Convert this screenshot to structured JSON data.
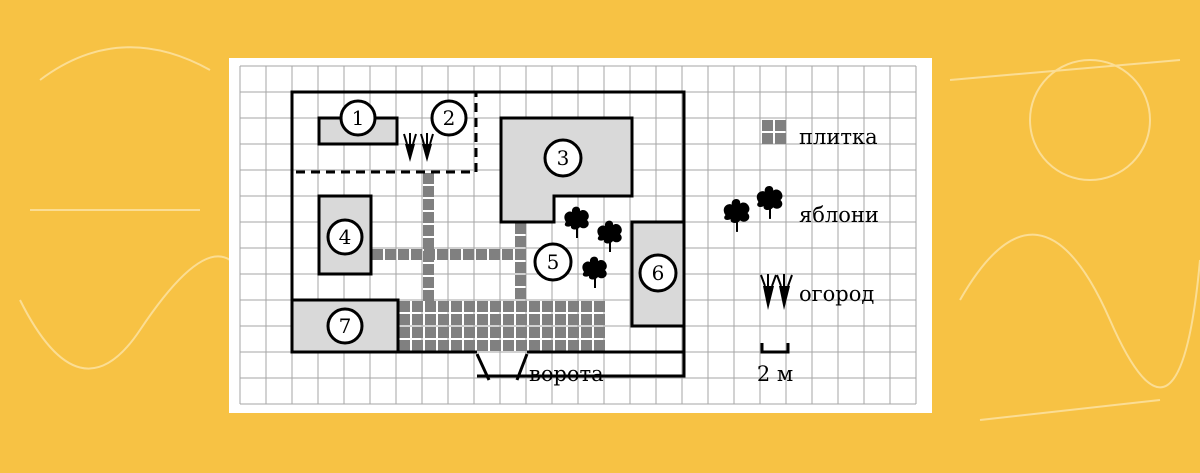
{
  "plan": {
    "objects": [
      {
        "id": "obj-1",
        "number": "1"
      },
      {
        "id": "obj-2",
        "number": "2"
      },
      {
        "id": "obj-3",
        "number": "3"
      },
      {
        "id": "obj-4",
        "number": "4"
      },
      {
        "id": "obj-5",
        "number": "5"
      },
      {
        "id": "obj-6",
        "number": "6"
      },
      {
        "id": "obj-7",
        "number": "7"
      }
    ],
    "gate_label": "ворота"
  },
  "legend": {
    "tile_label": "плитка",
    "apple_label": "яблони",
    "garden_label": "огород",
    "scale_label": "2 м"
  },
  "colors": {
    "background": "#f7c244",
    "building_fill": "#d9d9d9",
    "tile": "#808080",
    "grid": "#a6a6a6"
  }
}
